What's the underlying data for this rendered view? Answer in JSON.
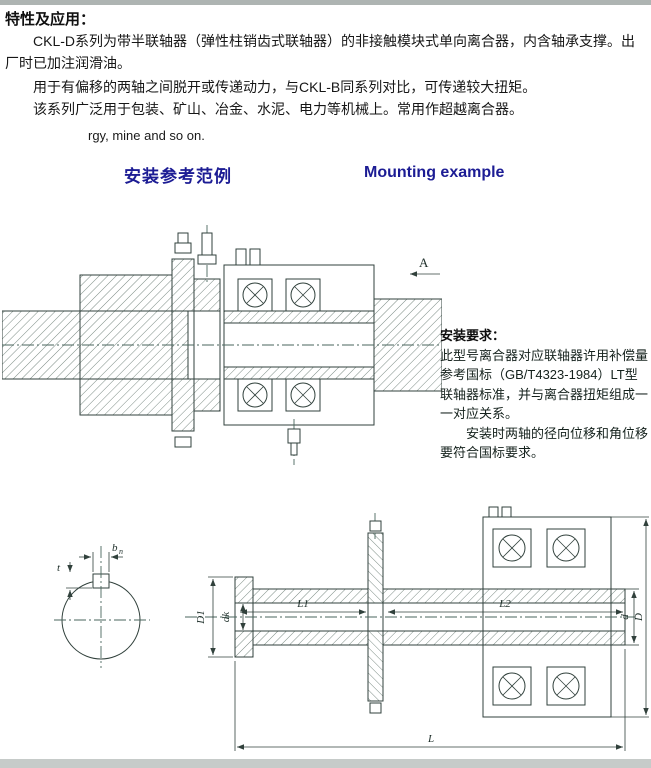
{
  "colors": {
    "heading_blue": "#1c1c94",
    "line_dark": "#31413c"
  },
  "intro": {
    "heading": "特性及应用：",
    "para1": "CKL-D系列为带半联轴器（弹性柱销齿式联轴器）的非接触模块式单向离合器，内含轴承支撑。出厂时已加注润滑油。",
    "para2": "用于有偏移的两轴之间脱开或传递动力，与CKL-B同系列对比，可传递较大扭矩。",
    "para3": "该系列广泛用于包装、矿山、冶金、水泥、电力等机械上。常用作超越离合器。",
    "para4_en": "rgy, mine and so on."
  },
  "section": {
    "title_zh": "安装参考范例",
    "title_en": "Mounting example"
  },
  "install_note": {
    "heading": "安装要求：",
    "para1": "此型号离合器对应联轴器许用补偿量参考国标（GB/T4323-1984）LT型联轴器标准，并与离合器扭矩组成一一对应关系。",
    "para2": "安装时两轴的径向位移和角位移要符合国标要求。"
  },
  "drawing_labels": {
    "view_arrow": "A",
    "keyway_width": "b",
    "keyway_width_sub": "n",
    "keyway_depth": "t",
    "len_left": "L1",
    "len_right": "L2",
    "len_total": "L",
    "dia_hub": "D1",
    "dia_bore": "dk",
    "dia_shaft": "d",
    "dia_outer": "D"
  }
}
